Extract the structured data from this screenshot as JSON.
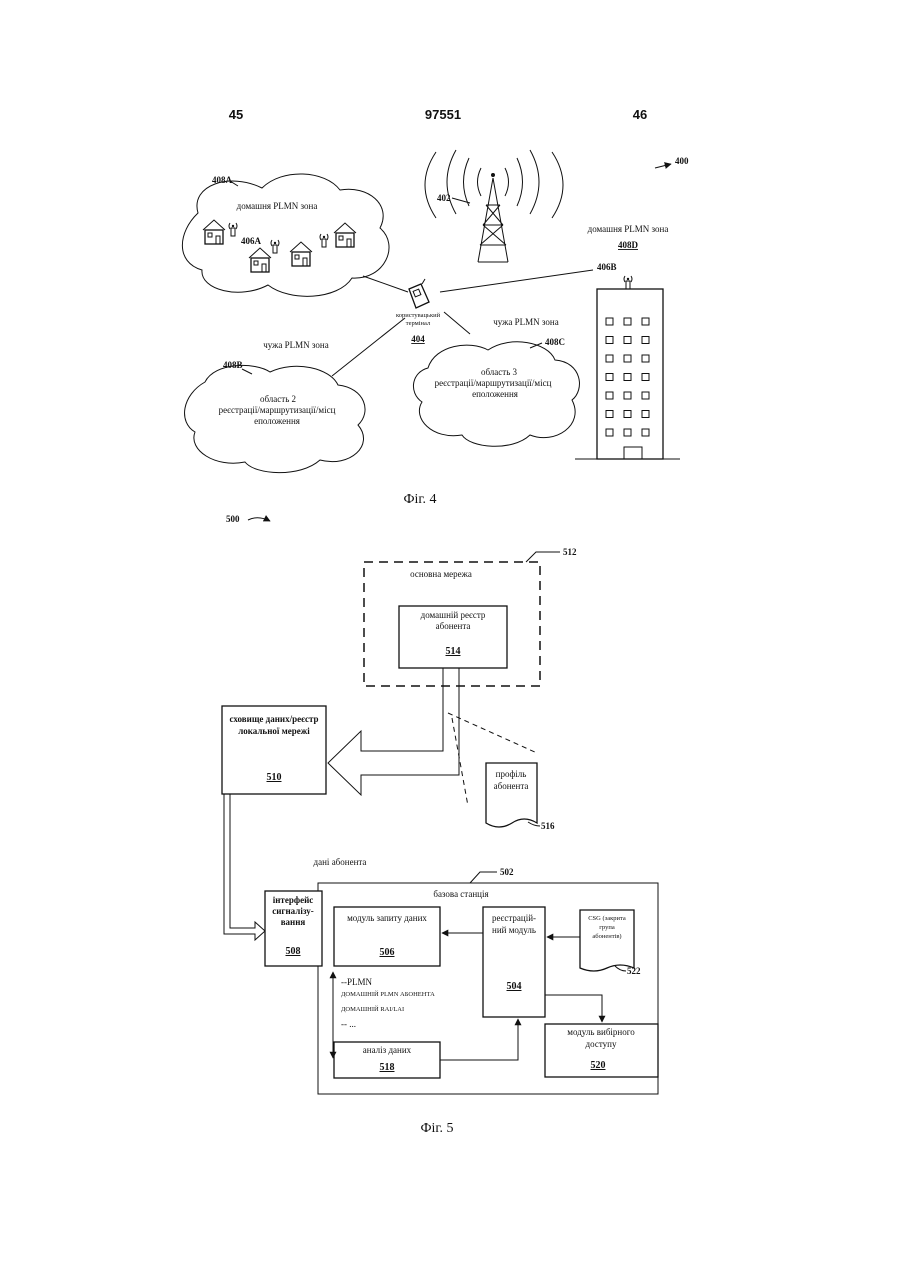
{
  "header": {
    "left_page": "45",
    "patent_number": "97551",
    "right_page": "46"
  },
  "fig4": {
    "ref": "400",
    "tower_ref": "402",
    "cloud_a": {
      "ref": "408A",
      "label": "домашня PLMN зона",
      "device_ref": "406A"
    },
    "terminal": {
      "label_line1": "користувацький",
      "label_line2": "термінал",
      "ref": "404"
    },
    "cloud_b": {
      "ref": "408B",
      "zone_label": "чужа PLMN зона",
      "line1": "область 2",
      "line2": "реєстрації/маршрутизації/місц",
      "line3": "еположення"
    },
    "cloud_c": {
      "ref": "408C",
      "zone_label": "чужа PLMN зона",
      "line1": "область 3",
      "line2": "реєстрації/маршрутизації/місц",
      "line3": "еположення"
    },
    "building": {
      "zone_label": "домашня PLMN зона",
      "zone_ref": "408D",
      "device_ref": "406B"
    },
    "caption": "Фіг. 4"
  },
  "fig5": {
    "ref": "500",
    "core": {
      "ref": "512",
      "label": "основна мережа"
    },
    "hss": {
      "line1": "домашній реєстр",
      "line2": "абонента",
      "ref": "514"
    },
    "datastore": {
      "line1": "сховище даних/реєстр",
      "line2": "локальної мережі",
      "ref": "510"
    },
    "profile": {
      "line1": "профіль",
      "line2": "абонента",
      "ref": "516"
    },
    "subscriber_data": "дані абонента",
    "base_station": {
      "ref": "502",
      "label": "базова станція"
    },
    "signal_iface": {
      "line1": "інтерфейс",
      "line2": "сигналізу-",
      "line3": "вання",
      "ref": "508"
    },
    "query_module": {
      "label": "модуль запиту даних",
      "ref": "506"
    },
    "reg_module": {
      "line1": "реєстрацій-",
      "line2": "ний модуль",
      "ref": "504"
    },
    "csg": {
      "line1": "CSG (закрита",
      "line2": "група",
      "line3": "абонентів)",
      "ref": "522"
    },
    "list": {
      "item1": "--PLMN",
      "item2": "ДОМАШНІЙ PLMN АБОНЕНТА",
      "item3": "ДОМАШНІЙ RAI/LAI",
      "item4": "-- ..."
    },
    "analysis": {
      "label": "аналіз даних",
      "ref": "518"
    },
    "access_module": {
      "line1": "модуль вибірного",
      "line2": "доступу",
      "ref": "520"
    },
    "caption": "Фіг. 5"
  }
}
